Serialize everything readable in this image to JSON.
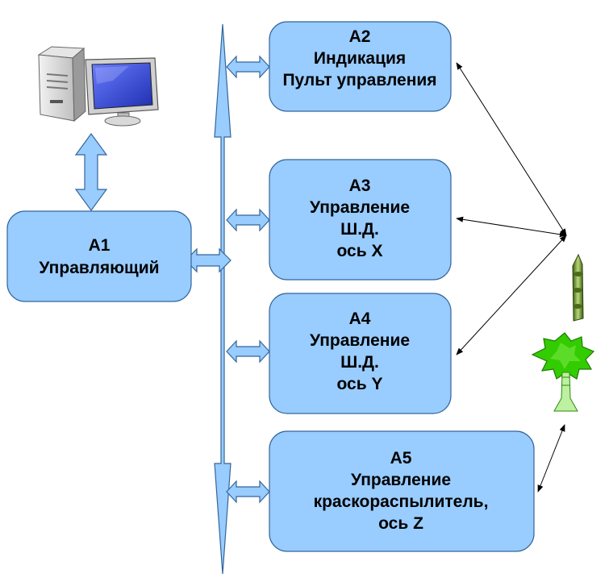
{
  "colors": {
    "block_fill": "#99ccff",
    "block_stroke": "#336699",
    "arrow_fill": "#99ccff",
    "arrow_stroke": "#336699",
    "line": "#000000",
    "tree_green": "#33cc00",
    "pen_green": "#6f8f2f"
  },
  "icons": {
    "computer": "desktop-computer-icon",
    "tool": "spray-gun-tree-icon"
  },
  "blocks": {
    "a1": {
      "code": "A1",
      "title": "Управляющий"
    },
    "a2": {
      "code": "A2",
      "line1": "Индикация",
      "line2": "Пульт управления"
    },
    "a3": {
      "code": "A3",
      "line1": "Управление",
      "line2": "Ш.Д.",
      "line3": "ось X"
    },
    "a4": {
      "code": "A4",
      "line1": "Управление",
      "line2": "Ш.Д.",
      "line3": "ось Y"
    },
    "a5": {
      "code": "A5",
      "line1": "Управление",
      "line2": "краскораспылитель,",
      "line3": "ось Z"
    }
  }
}
